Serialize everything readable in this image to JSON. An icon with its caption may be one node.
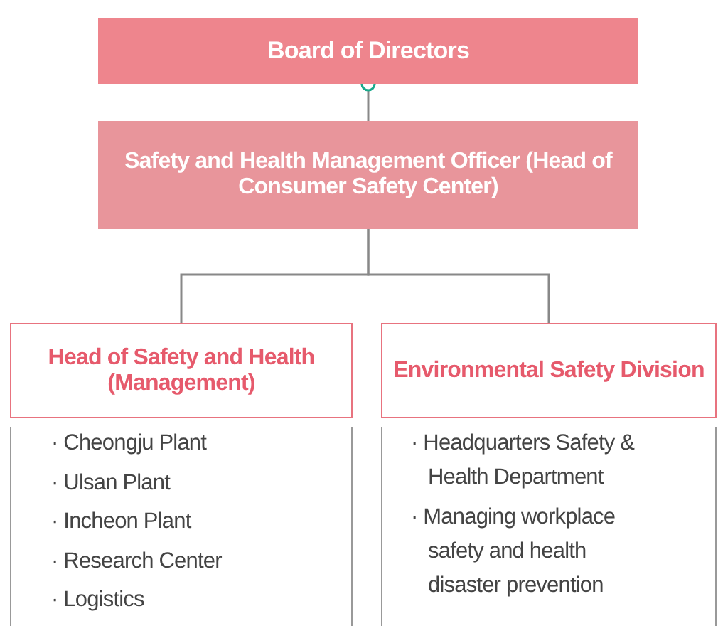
{
  "diagram": {
    "nodes": [
      {
        "text": [
          "Board of Directors"
        ]
      },
      {
        "text": [
          "Safety and Health Management Officer (Head of Consumer Safety Center)"
        ]
      },
      {
        "text": [
          "Head of Safety and Health (Management)"
        ],
        "beside": [
          "· Cheongju Plant",
          "· Ulsan Plant",
          "· Incheon Plant",
          "· Research Center",
          "· Logistics"
        ]
      },
      {
        "text": [
          "Environmental Safety Division"
        ],
        "beside": [
          "· Headquarters Safety & Health Department",
          "· Managing workplace safety and health disaster prevention"
        ]
      }
    ],
    "edges": [
      {
        "from": 0,
        "to": 1,
        "arrow": "other"
      },
      {
        "from": 1,
        "to": 2,
        "arrow": "none"
      },
      {
        "from": 1,
        "to": 3,
        "arrow": "none"
      }
    ]
  }
}
